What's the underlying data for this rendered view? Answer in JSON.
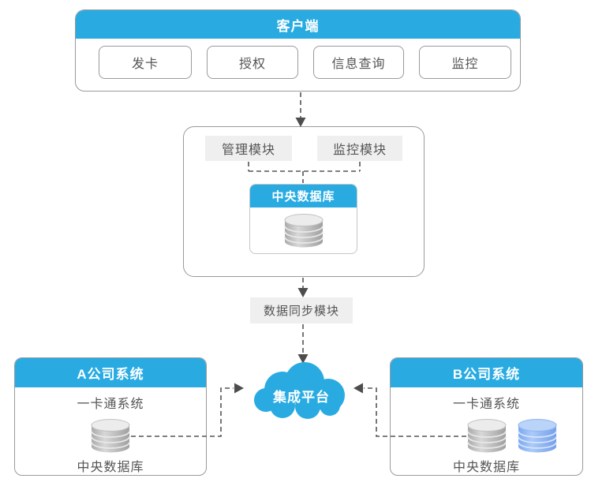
{
  "colors": {
    "accent_blue": "#29abe2",
    "panel_border": "#9a9a9a",
    "label_bg": "#efefef",
    "text": "#4f4f4f",
    "connector": "#555555",
    "db_cylinder_gray": "#b9b9b9",
    "db_cylinder_blue": "#8ab6f5"
  },
  "client": {
    "title": "客户端",
    "modules": [
      {
        "label": "发卡"
      },
      {
        "label": "授权"
      },
      {
        "label": "信息查询"
      },
      {
        "label": "监控"
      }
    ]
  },
  "core_system": {
    "management_module": "管理模块",
    "monitoring_module": "监控模块",
    "central_database": "中央数据库"
  },
  "sync_module": {
    "label": "数据同步模块"
  },
  "integration_platform": {
    "label": "集成平台"
  },
  "company_a": {
    "title": "A公司系统",
    "subsystem": "一卡通系统",
    "database_label": "中央数据库"
  },
  "company_b": {
    "title": "B公司系统",
    "subsystem": "一卡通系统",
    "database_label": "中央数据库"
  }
}
